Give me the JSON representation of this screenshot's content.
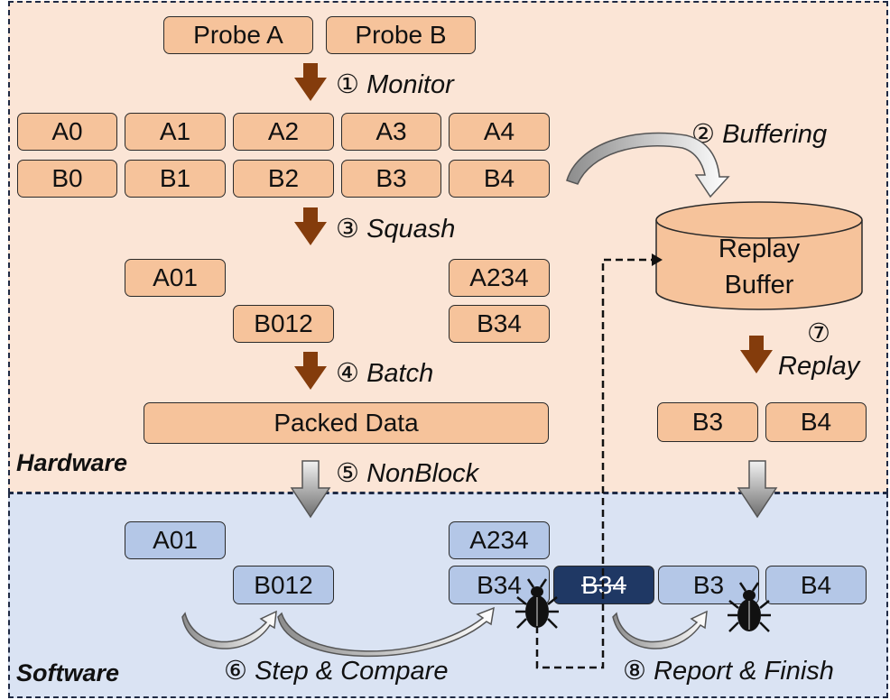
{
  "regions": {
    "hardware": "Hardware",
    "software": "Software"
  },
  "probes": [
    "Probe A",
    "Probe B"
  ],
  "row_a": [
    "A0",
    "A1",
    "A2",
    "A3",
    "A4"
  ],
  "row_b": [
    "B0",
    "B1",
    "B2",
    "B3",
    "B4"
  ],
  "squashed": {
    "a01": "A01",
    "a234": "A234",
    "b012": "B012",
    "b34": "B34"
  },
  "packed": "Packed Data",
  "replay_buffer": [
    "Replay",
    "Buffer"
  ],
  "replay_out": [
    "B3",
    "B4"
  ],
  "steps": {
    "s1": {
      "num": "①",
      "text": "Monitor"
    },
    "s2": {
      "num": "②",
      "text": "Buffering"
    },
    "s3": {
      "num": "③",
      "text": "Squash"
    },
    "s4": {
      "num": "④",
      "text": "Batch"
    },
    "s5": {
      "num": "⑤",
      "text": "NonBlock"
    },
    "s6": {
      "num": "⑥",
      "text": "Step & Compare"
    },
    "s7": {
      "num": "⑦",
      "text": "Replay"
    },
    "s8": {
      "num": "⑧",
      "text": "Report & Finish"
    }
  },
  "software": {
    "a01": "A01",
    "a234": "A234",
    "b012": "B012",
    "b34": "B34",
    "b34_bad": "B34",
    "b3": "B3",
    "b4": "B4"
  },
  "colors": {
    "hardware_bg": "#fbe5d6",
    "software_bg": "#dae3f3",
    "hw_box": "#f6c39b",
    "sw_box": "#b4c7e7",
    "arrow_brown": "#843c0c",
    "dark_box": "#1f3864"
  }
}
